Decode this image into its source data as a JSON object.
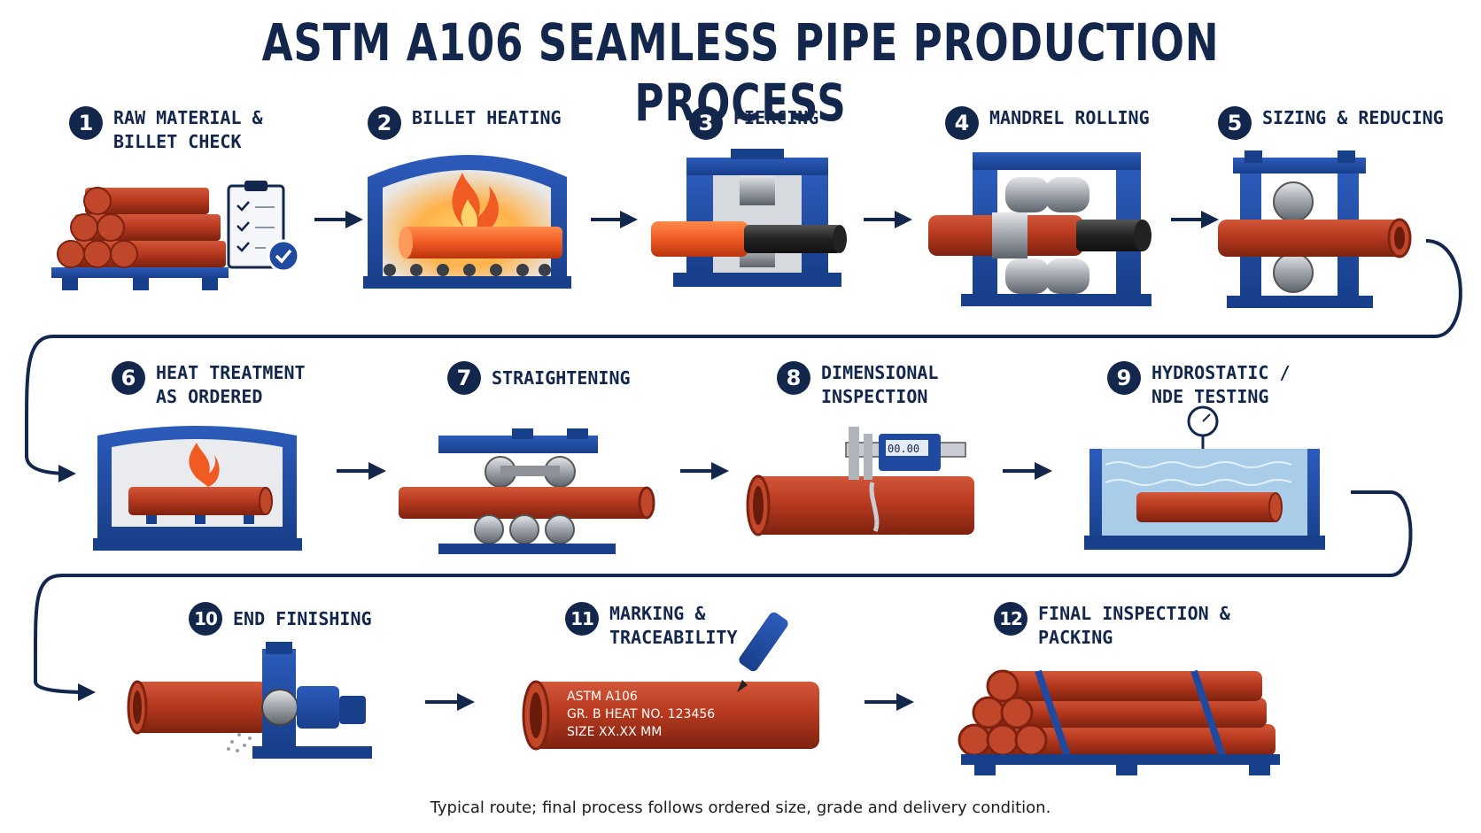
{
  "title": "ASTM A106 SEAMLESS PIPE PRODUCTION PROCESS",
  "steps": [
    {
      "number": "1",
      "label": "RAW MATERIAL &\nBILLET CHECK"
    },
    {
      "number": "2",
      "label": "BILLET HEATING"
    },
    {
      "number": "3",
      "label": "PIERCING"
    },
    {
      "number": "4",
      "label": "MANDREL ROLLING"
    },
    {
      "number": "5",
      "label": "SIZING & REDUCING"
    },
    {
      "number": "6",
      "label": "HEAT TREATMENT\nAS ORDERED"
    },
    {
      "number": "7",
      "label": "STRAIGHTENING"
    },
    {
      "number": "8",
      "label": "DIMENSIONAL\nINSPECTION"
    },
    {
      "number": "9",
      "label": "HYDROSTATIC /\nNDE TESTING"
    },
    {
      "number": "10",
      "label": "END FINISHING"
    },
    {
      "number": "11",
      "label": "MARKING &\nTRACEABILITY"
    },
    {
      "number": "12",
      "label": "FINAL INSPECTION &\nPACKING"
    }
  ],
  "marking": {
    "line1": "ASTM  A106",
    "line2": "GR. B    HEAT NO. 123456",
    "line3": "SIZE     XX.XX   MM"
  },
  "caliper_readout": "00.00",
  "footnote": "Typical route; final process follows ordered size, grade and delivery condition.",
  "colors": {
    "navy": "#13274d",
    "blue": "#1f4aa0",
    "pipe": "#b83a1f",
    "flame": "#f05a23"
  }
}
